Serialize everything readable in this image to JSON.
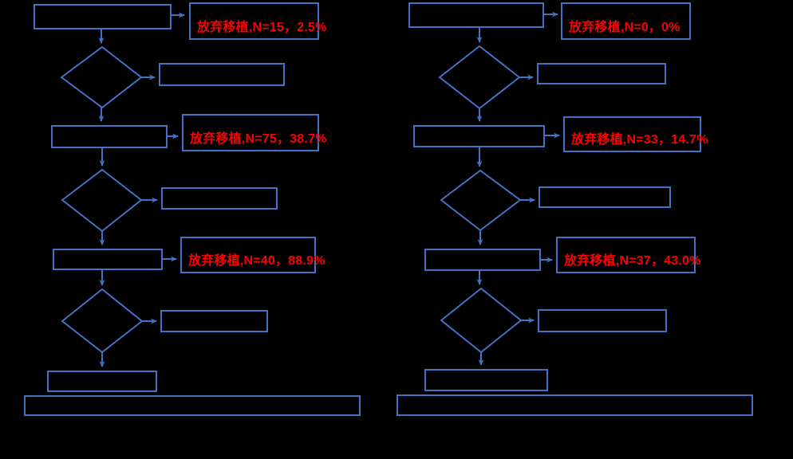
{
  "diagram": {
    "background_color": "#000000",
    "outline_color": "#4472C4",
    "label_text_color": "#FF0000"
  },
  "charts": [
    {
      "id": "left",
      "abandon_labels": [
        "放弃移植,N=15，2.5%",
        "放弃移植,N=75，38.7%",
        "放弃移植,N=40，88.9%"
      ]
    },
    {
      "id": "right",
      "abandon_labels": [
        "放弃移植,N=0，0%",
        "放弃移植,N=33，14.7%",
        "放弃移植,N=37，43.0%"
      ]
    }
  ]
}
